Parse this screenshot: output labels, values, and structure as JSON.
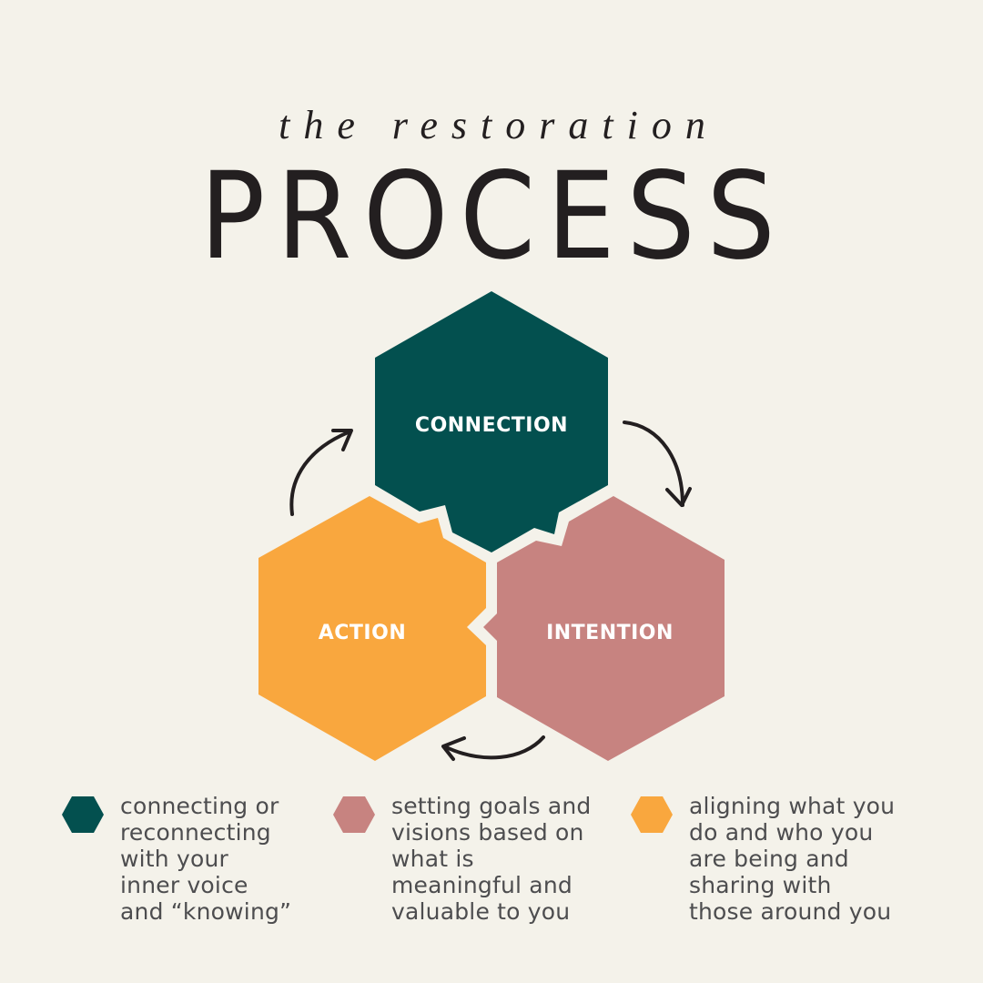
{
  "header": {
    "subtitle": "the restoration",
    "title": "PROCESS"
  },
  "colors": {
    "background": "#f4f2ea",
    "connection": "#03504f",
    "intention": "#c78380",
    "action": "#f9a73e",
    "text_dark": "#231f20",
    "text_body": "#4d4d4f"
  },
  "diagram": {
    "nodes": [
      {
        "id": "connection",
        "label": "CONNECTION",
        "color": "#03504f"
      },
      {
        "id": "intention",
        "label": "INTENTION",
        "color": "#c78380"
      },
      {
        "id": "action",
        "label": "ACTION",
        "color": "#f9a73e"
      }
    ],
    "arrows": [
      {
        "from": "connection",
        "to": "intention",
        "icon": "curved-arrow-icon"
      },
      {
        "from": "intention",
        "to": "action",
        "icon": "curved-arrow-icon"
      },
      {
        "from": "action",
        "to": "connection",
        "icon": "curved-arrow-icon"
      }
    ]
  },
  "legend": [
    {
      "id": "connection",
      "color": "#03504f",
      "text": "connecting or\nreconnecting\nwith your\ninner voice\nand “knowing”"
    },
    {
      "id": "intention",
      "color": "#c78380",
      "text": "setting goals and\nvisions based on\nwhat is\nmeaningful and\nvaluable to you"
    },
    {
      "id": "action",
      "color": "#f9a73e",
      "text": "aligning what you\ndo and who you\nare being and\nsharing with\nthose around you"
    }
  ]
}
